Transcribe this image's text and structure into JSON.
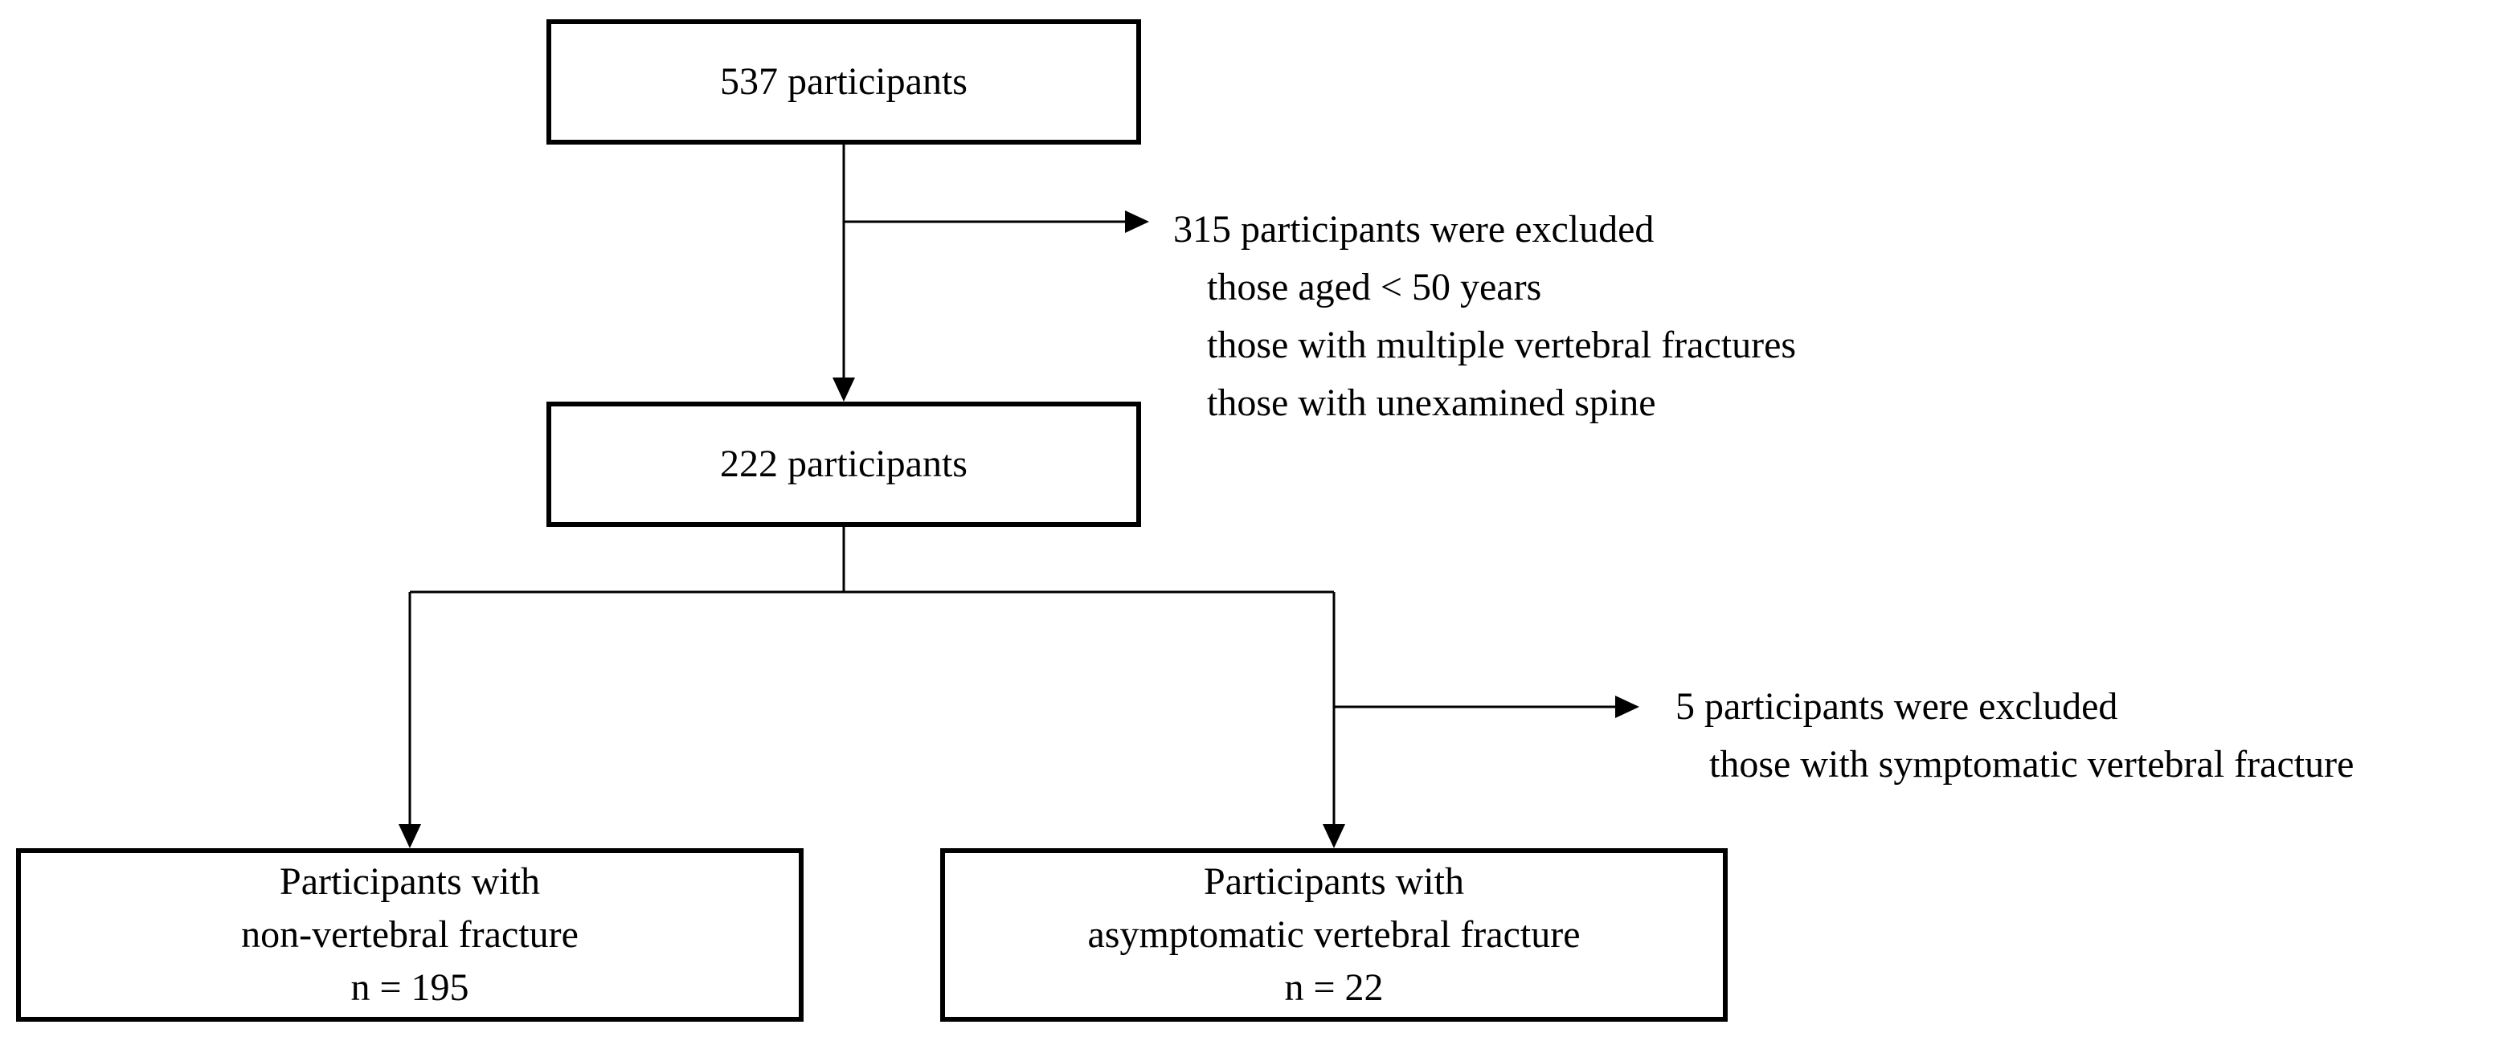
{
  "diagram": {
    "type": "flowchart",
    "colors": {
      "background": "#ffffff",
      "text": "#000000",
      "line": "#000000",
      "box_border": "#000000"
    },
    "boxes": {
      "total": {
        "lines": [
          "537 participants"
        ]
      },
      "eligible": {
        "lines": [
          "222 participants"
        ]
      },
      "nonvertebral": {
        "lines": [
          "Participants with",
          "non-vertebral fracture",
          "n = 195"
        ]
      },
      "asymptomatic": {
        "lines": [
          "Participants with",
          "asymptomatic vertebral fracture",
          "n = 22"
        ]
      }
    },
    "exclusions": {
      "first": {
        "heading": "315 participants were excluded",
        "reasons": [
          "those aged < 50 years",
          "those with multiple vertebral fractures",
          "those with unexamined spine"
        ]
      },
      "second": {
        "heading": "5 participants were excluded",
        "reasons": [
          "those with symptomatic vertebral fracture"
        ]
      }
    }
  }
}
